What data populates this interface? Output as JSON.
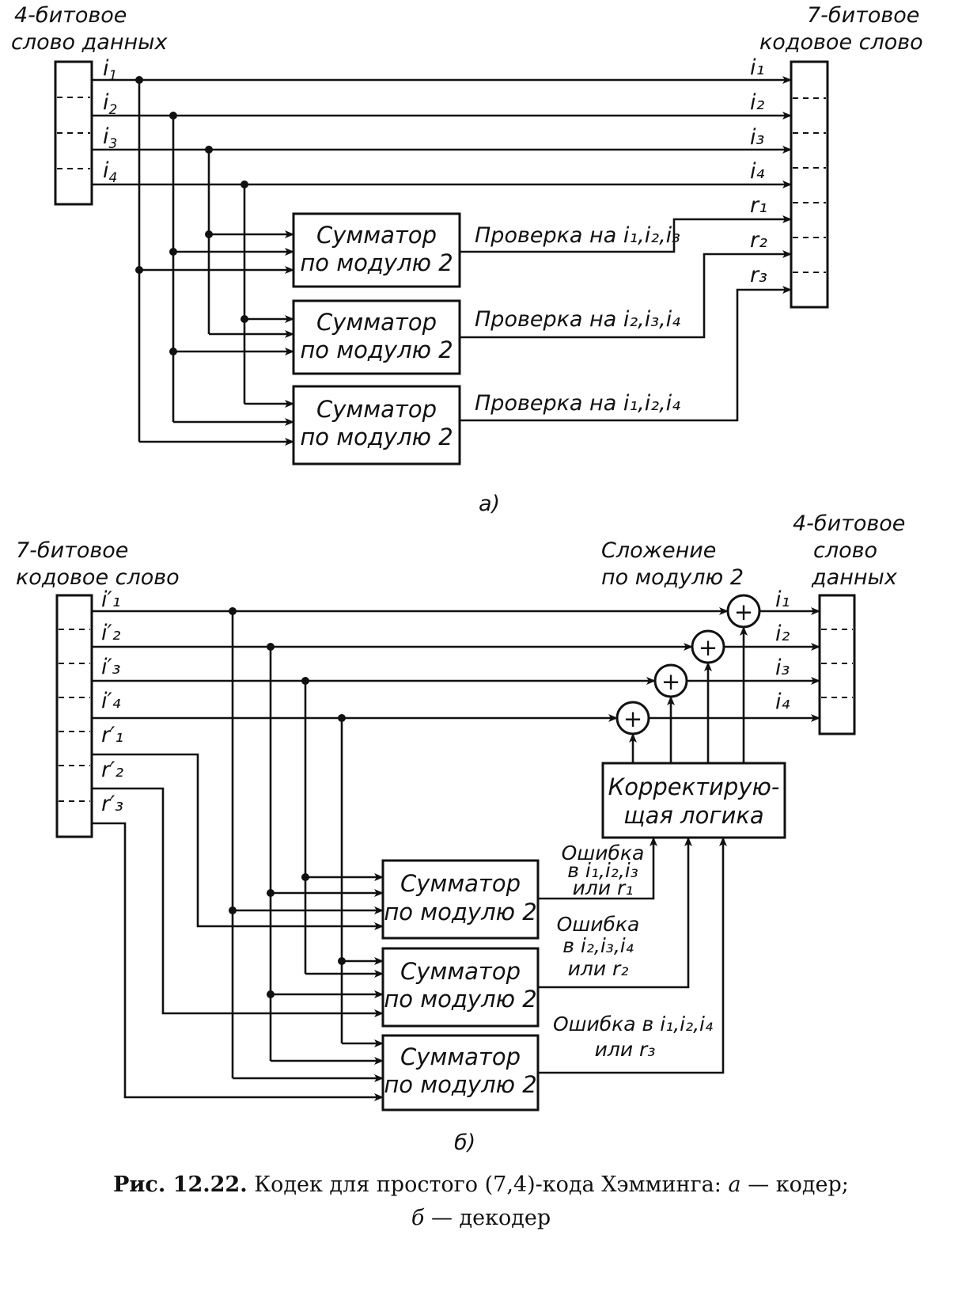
{
  "encoder": {
    "input_title": [
      "4-битовое",
      "слово данных"
    ],
    "output_title": [
      "7-битовое",
      "кодовое слово"
    ],
    "input_bits": [
      "i",
      "i",
      "i",
      "i"
    ],
    "input_subs": [
      "1",
      "2",
      "3",
      "4"
    ],
    "output_bits": [
      "i₁",
      "i₂",
      "i₃",
      "i₄",
      "r₁",
      "r₂",
      "r₃"
    ],
    "block_line1": "Сумматор",
    "block_line2": "по модулю 2",
    "checks": [
      "Проверка на i₁,i₂,i₃",
      "Проверка на i₂,i₃,i₄",
      "Проверка на i₁,i₂,i₄"
    ],
    "panel_label": "а)"
  },
  "decoder": {
    "input_title": [
      "7-битовое",
      "кодовое слово"
    ],
    "output_title": [
      "4-битовое",
      "слово",
      "данных"
    ],
    "xor_title": [
      "Сложение",
      "по модулю 2"
    ],
    "input_bits": [
      "i′₁",
      "i′₂",
      "i′₃",
      "i′₄",
      "r′₁",
      "r′₂",
      "r′₃"
    ],
    "output_bits": [
      "i₁",
      "i₂",
      "i₃",
      "i₄"
    ],
    "xor_symbol": "+",
    "corrector": [
      "Корректирую-",
      "щая логика"
    ],
    "block_line1": "Сумматор",
    "block_line2": "по модулю 2",
    "errors": [
      [
        "Ошибка",
        "в i₁,i₂,i₃",
        "или r₁"
      ],
      [
        "Ошибка",
        "в i₂,i₃,i₄",
        "или r₂"
      ],
      [
        "Ошибка в i₁,i₂,i₄",
        "или r₃"
      ]
    ],
    "panel_label": "б)"
  },
  "caption": {
    "prefix": "Рис. 12.22.",
    "text": "Кодек для простого (7,4)-кода Хэмминга:",
    "a": "а",
    "a_text": "— кодер;",
    "b": "б",
    "b_text": "— декодер"
  }
}
